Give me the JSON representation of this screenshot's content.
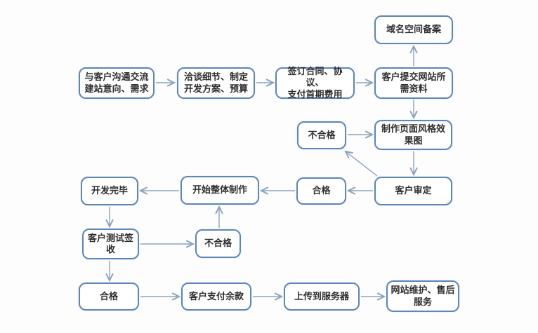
{
  "diagram": {
    "type": "flowchart",
    "language": "zh-CN",
    "colors": {
      "box_border": "#5c87b9",
      "box_fill": "#ffffff",
      "arrow_line": "#8ba3bd",
      "text": "#2e2e2e",
      "background": "#fdfdfd"
    },
    "nodes": [
      {
        "id": "domain-filing",
        "label": "域名空间备案"
      },
      {
        "id": "communicate-needs",
        "label": "与客户沟通交流\n建站意向、需求"
      },
      {
        "id": "negotiate-plan",
        "label": "洽谈细节、制定\n开发方案、预算"
      },
      {
        "id": "sign-contract-pay",
        "label": "签订合同、协议、\n支付首期费用"
      },
      {
        "id": "submit-materials",
        "label": "客户提交网站所\n需资料"
      },
      {
        "id": "unqualified-style",
        "label": "不合格"
      },
      {
        "id": "style-mockup",
        "label": "制作页面风格效\n果图"
      },
      {
        "id": "dev-complete",
        "label": "开发完毕"
      },
      {
        "id": "start-production",
        "label": "开始整体制作"
      },
      {
        "id": "qualified-review",
        "label": "合格"
      },
      {
        "id": "client-review",
        "label": "客户审定"
      },
      {
        "id": "client-test-accept",
        "label": "客户测试签\n收"
      },
      {
        "id": "unqualified-test",
        "label": "不合格"
      },
      {
        "id": "qualified-test",
        "label": "合格"
      },
      {
        "id": "pay-balance",
        "label": "客户支付余款"
      },
      {
        "id": "upload-server",
        "label": "上传到服务器"
      },
      {
        "id": "maintenance-aftersales",
        "label": "网站维护、售后\n服务"
      }
    ],
    "edges": [
      {
        "from": "communicate-needs",
        "to": "negotiate-plan"
      },
      {
        "from": "negotiate-plan",
        "to": "sign-contract-pay"
      },
      {
        "from": "sign-contract-pay",
        "to": "submit-materials"
      },
      {
        "from": "submit-materials",
        "to": "domain-filing"
      },
      {
        "from": "submit-materials",
        "to": "style-mockup"
      },
      {
        "from": "unqualified-style",
        "to": "style-mockup"
      },
      {
        "from": "style-mockup",
        "to": "client-review"
      },
      {
        "from": "client-review",
        "to": "unqualified-style"
      },
      {
        "from": "client-review",
        "to": "qualified-review"
      },
      {
        "from": "qualified-review",
        "to": "start-production"
      },
      {
        "from": "start-production",
        "to": "dev-complete"
      },
      {
        "from": "dev-complete",
        "to": "client-test-accept"
      },
      {
        "from": "client-test-accept",
        "to": "unqualified-test"
      },
      {
        "from": "unqualified-test",
        "to": "start-production"
      },
      {
        "from": "client-test-accept",
        "to": "qualified-test"
      },
      {
        "from": "qualified-test",
        "to": "pay-balance"
      },
      {
        "from": "pay-balance",
        "to": "upload-server"
      },
      {
        "from": "upload-server",
        "to": "maintenance-aftersales"
      }
    ]
  }
}
